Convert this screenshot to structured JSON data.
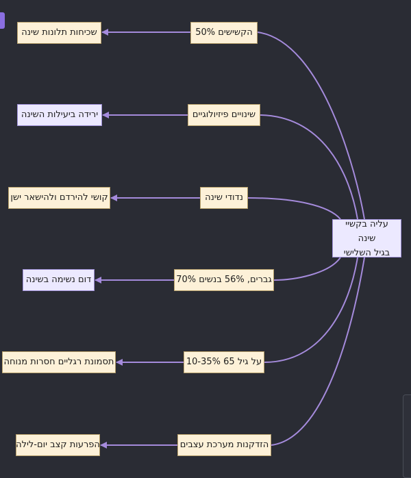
{
  "diagram": {
    "root": {
      "line1": "עליה בקשיי שינה",
      "line2": "בגיל השלישי"
    },
    "middle": [
      "הקשישים 50%",
      "שינויים פיזיולוגיים",
      "נדודי שינה",
      "גברים, 56% בנשים 70%",
      "על גיל 65 10-35%",
      "הזדקנות מערכת עצבים"
    ],
    "leaves": [
      "שכיחות תלונות שינה",
      "ירידה ביעילות השינה",
      "קושי להירדם ולהישאר ישן",
      "דום נשימה בשינה",
      "תסמונת רגליים חסרות מנוחה",
      "הפרעות קצב יום-לילה"
    ]
  },
  "colors": {
    "background": "#2a2c34",
    "edge": "#a58bdc",
    "node_fill": "#fdf1d8",
    "node_highlight": "#ece9ff"
  }
}
